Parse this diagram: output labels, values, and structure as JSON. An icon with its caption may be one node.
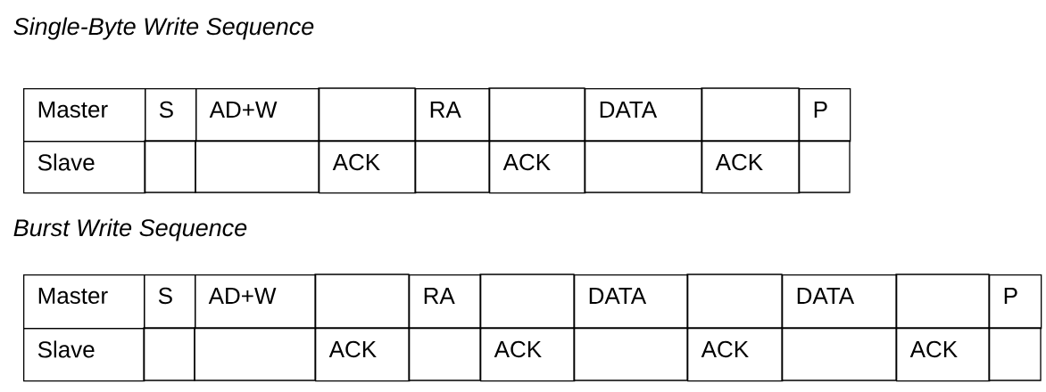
{
  "diagram": {
    "labels": [
      "Single-Byte Write Sequence",
      "Master",
      "S",
      "AD+W",
      "RA",
      "DATA",
      "P",
      "Slave",
      "ACK",
      "ACK",
      "ACK",
      "Burst Write Sequence",
      "Master",
      "S",
      "AD+W",
      "RA",
      "DATA",
      "DATA",
      "P",
      "Slave",
      "ACK",
      "ACK",
      "ACK",
      "ACK"
    ]
  }
}
